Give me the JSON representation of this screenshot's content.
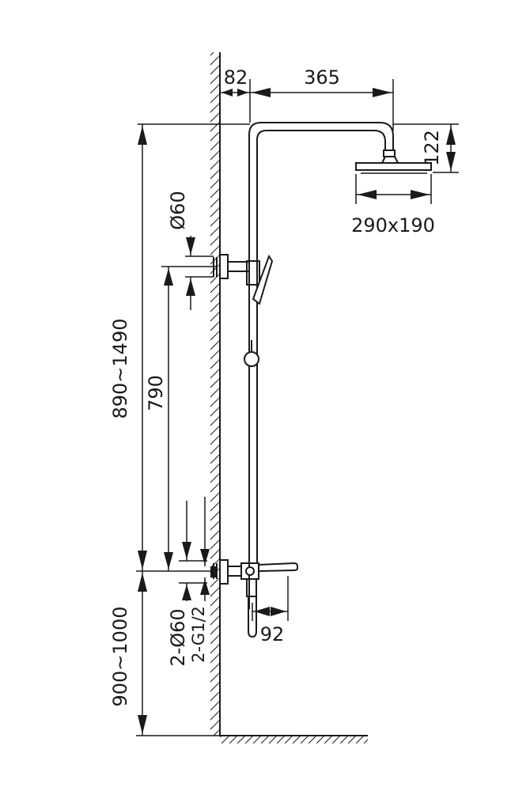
{
  "dimensions": {
    "wall_offset": "82",
    "arm_length": "365",
    "head_height": "122",
    "head_size": "290x190",
    "bracket_diameter": "Ø60",
    "rail_height": "790",
    "adjust_range": "890~1490",
    "floor_height": "900~1000",
    "inlet_diameter": "2-Ø60",
    "inlet_thread": "2-G1/2",
    "spout_length": "92"
  }
}
